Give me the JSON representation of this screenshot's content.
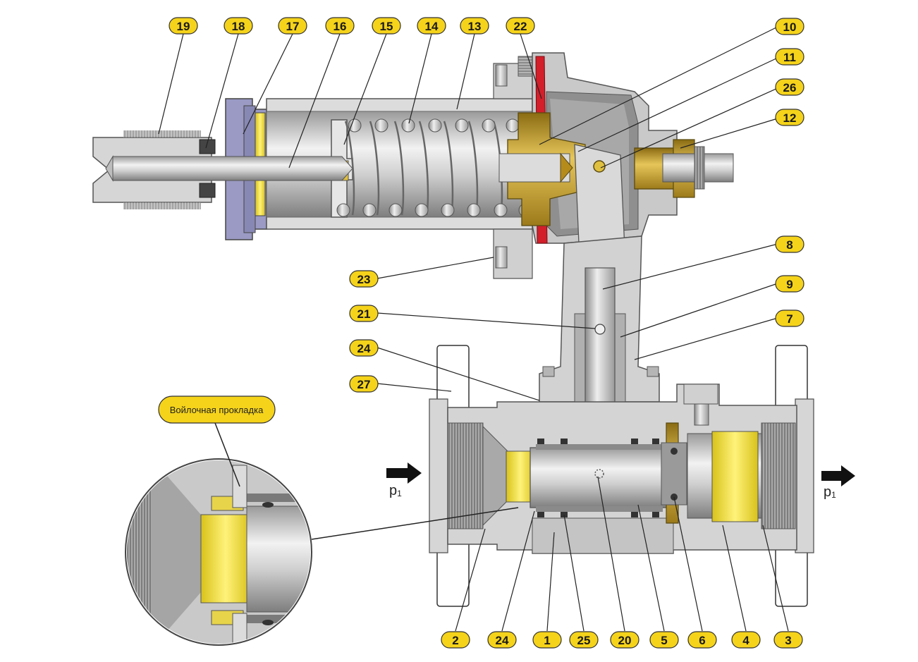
{
  "colors": {
    "badge_fill": "#f5d31a",
    "badge_stroke": "#333333",
    "body_light": "#dcdcdc",
    "body_mid": "#b9b9b9",
    "body_dark": "#8e8e8e",
    "brass": "#c9a63a",
    "felt_yellow": "#f2e14a",
    "seal_red": "#d21f2a",
    "bonnet_violet": "#9a9ac4"
  },
  "callouts": [
    {
      "id": "c19",
      "label": "19"
    },
    {
      "id": "c18",
      "label": "18"
    },
    {
      "id": "c17",
      "label": "17"
    },
    {
      "id": "c16",
      "label": "16"
    },
    {
      "id": "c15",
      "label": "15"
    },
    {
      "id": "c14",
      "label": "14"
    },
    {
      "id": "c13",
      "label": "13"
    },
    {
      "id": "c22",
      "label": "22"
    },
    {
      "id": "c10",
      "label": "10"
    },
    {
      "id": "c11",
      "label": "11"
    },
    {
      "id": "c26",
      "label": "26"
    },
    {
      "id": "c12",
      "label": "12"
    },
    {
      "id": "c8",
      "label": "8"
    },
    {
      "id": "c9",
      "label": "9"
    },
    {
      "id": "c7",
      "label": "7"
    },
    {
      "id": "c23",
      "label": "23"
    },
    {
      "id": "c21",
      "label": "21"
    },
    {
      "id": "c24a",
      "label": "24"
    },
    {
      "id": "c27",
      "label": "27"
    },
    {
      "id": "c2",
      "label": "2"
    },
    {
      "id": "c24b",
      "label": "24"
    },
    {
      "id": "c1",
      "label": "1"
    },
    {
      "id": "c25",
      "label": "25"
    },
    {
      "id": "c20",
      "label": "20"
    },
    {
      "id": "c5",
      "label": "5"
    },
    {
      "id": "c6",
      "label": "6"
    },
    {
      "id": "c4",
      "label": "4"
    },
    {
      "id": "c3",
      "label": "3"
    }
  ],
  "felt_label": "Войлочная прокладка",
  "flow": {
    "inlet_label": "p",
    "inlet_sub": "1",
    "outlet_label": "p",
    "outlet_sub": "1"
  }
}
